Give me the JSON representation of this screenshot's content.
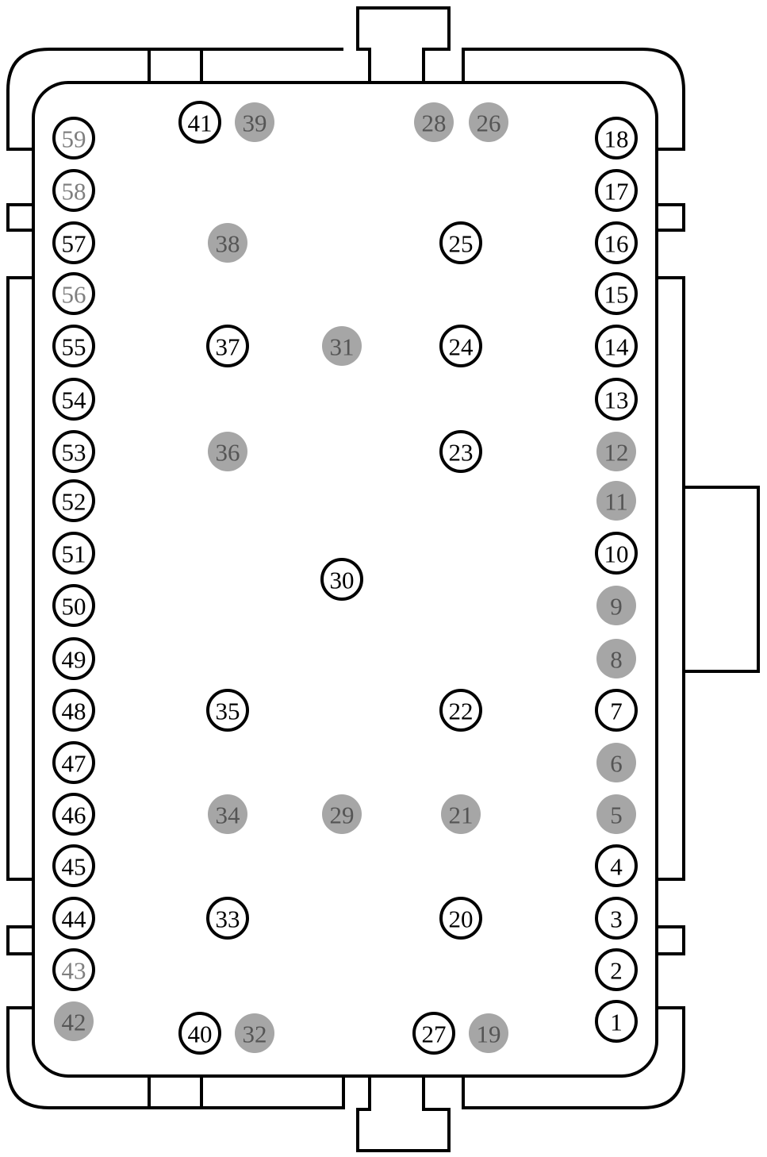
{
  "colors": {
    "outline": "#000000",
    "pin_fill_open": "#ffffff",
    "pin_fill_unused": "#a6a6a6",
    "pin_label_dark": "#000000",
    "pin_label_muted": "#555555",
    "pin_label_faded": "#7f7f7f"
  },
  "pins": [
    {
      "label": "1",
      "state": "open"
    },
    {
      "label": "2",
      "state": "open"
    },
    {
      "label": "3",
      "state": "open"
    },
    {
      "label": "4",
      "state": "open"
    },
    {
      "label": "5",
      "state": "unused"
    },
    {
      "label": "6",
      "state": "unused"
    },
    {
      "label": "7",
      "state": "open"
    },
    {
      "label": "8",
      "state": "unused"
    },
    {
      "label": "9",
      "state": "unused"
    },
    {
      "label": "10",
      "state": "open"
    },
    {
      "label": "11",
      "state": "unused"
    },
    {
      "label": "12",
      "state": "unused"
    },
    {
      "label": "13",
      "state": "open"
    },
    {
      "label": "14",
      "state": "open"
    },
    {
      "label": "15",
      "state": "open"
    },
    {
      "label": "16",
      "state": "open"
    },
    {
      "label": "17",
      "state": "open"
    },
    {
      "label": "18",
      "state": "open"
    },
    {
      "label": "19",
      "state": "unused"
    },
    {
      "label": "20",
      "state": "open"
    },
    {
      "label": "21",
      "state": "unused"
    },
    {
      "label": "22",
      "state": "open"
    },
    {
      "label": "23",
      "state": "open"
    },
    {
      "label": "24",
      "state": "open"
    },
    {
      "label": "25",
      "state": "open"
    },
    {
      "label": "26",
      "state": "unused"
    },
    {
      "label": "27",
      "state": "open"
    },
    {
      "label": "28",
      "state": "unused"
    },
    {
      "label": "29",
      "state": "unused"
    },
    {
      "label": "30",
      "state": "open"
    },
    {
      "label": "31",
      "state": "unused"
    },
    {
      "label": "32",
      "state": "unused"
    },
    {
      "label": "33",
      "state": "open"
    },
    {
      "label": "34",
      "state": "unused"
    },
    {
      "label": "35",
      "state": "open"
    },
    {
      "label": "36",
      "state": "unused"
    },
    {
      "label": "37",
      "state": "open"
    },
    {
      "label": "38",
      "state": "unused"
    },
    {
      "label": "39",
      "state": "unused"
    },
    {
      "label": "40",
      "state": "open"
    },
    {
      "label": "41",
      "state": "open"
    },
    {
      "label": "42",
      "state": "unused"
    },
    {
      "label": "43",
      "state": "open_faded"
    },
    {
      "label": "44",
      "state": "open"
    },
    {
      "label": "45",
      "state": "open"
    },
    {
      "label": "46",
      "state": "open"
    },
    {
      "label": "47",
      "state": "open"
    },
    {
      "label": "48",
      "state": "open"
    },
    {
      "label": "49",
      "state": "open"
    },
    {
      "label": "50",
      "state": "open"
    },
    {
      "label": "51",
      "state": "open"
    },
    {
      "label": "52",
      "state": "open"
    },
    {
      "label": "53",
      "state": "open"
    },
    {
      "label": "54",
      "state": "open"
    },
    {
      "label": "55",
      "state": "open"
    },
    {
      "label": "56",
      "state": "open_faded"
    },
    {
      "label": "57",
      "state": "open"
    },
    {
      "label": "58",
      "state": "open_faded"
    },
    {
      "label": "59",
      "state": "open_faded"
    }
  ]
}
